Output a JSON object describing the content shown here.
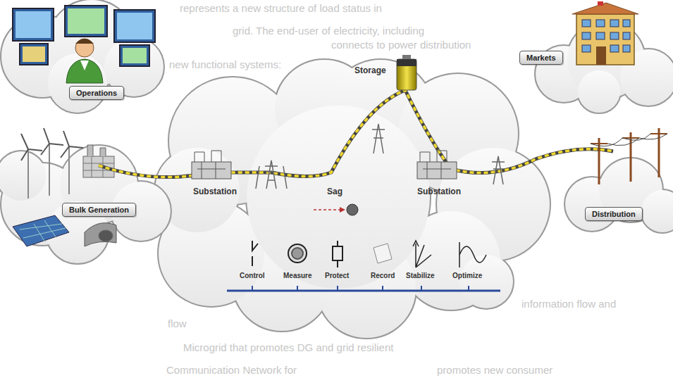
{
  "diagram": {
    "nodes": [
      {
        "text": [
          "Operations"
        ]
      },
      {
        "text": [
          "Markets"
        ]
      },
      {
        "text": [
          "Bulk Generation"
        ]
      },
      {
        "text": [
          "Distribution"
        ]
      }
    ],
    "labels": [
      "represents a new structure of load status in",
      "grid. The end-user of electricity, including",
      "connects to power distribution",
      "new functional systems:",
      "Storage",
      "Substation",
      "Sag",
      "Substation",
      "Control",
      "Measure",
      "Protect",
      "Record",
      "Stabilize",
      "Optimize",
      "information flow and",
      "flow",
      "Microgrid that promotes DG and grid resilient",
      "Communication Network for",
      "promotes new consumer"
    ]
  }
}
